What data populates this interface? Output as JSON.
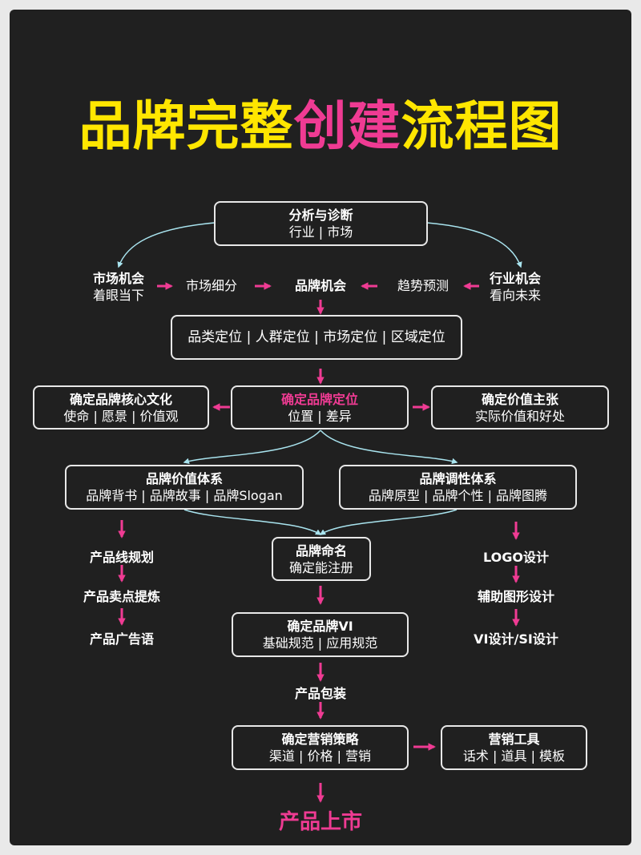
{
  "title": {
    "part1": "品牌完整",
    "part2": "创建",
    "part3": "流程图"
  },
  "colors": {
    "background": "#202020",
    "title_yellow": "#ffe600",
    "accent_pink": "#ef3b93",
    "connector_blue": "#a9e4ef",
    "text": "#ffffff"
  },
  "analysis": {
    "title": "分析与诊断",
    "sub": "行业 | 市场"
  },
  "market_opportunity": {
    "title": "市场机会",
    "sub": "着眼当下"
  },
  "market_segment": "市场细分",
  "brand_opportunity": "品牌机会",
  "trend_forecast": "趋势预测",
  "industry_opportunity": {
    "title": "行业机会",
    "sub": "看向未来"
  },
  "positioning_types": "品类定位 | 人群定位 | 市场定位 | 区域定位",
  "core_culture": {
    "title": "确定品牌核心文化",
    "sub": "使命 | 愿景 | 价值观"
  },
  "brand_positioning": {
    "title": "确定品牌定位",
    "sub": "位置 | 差异"
  },
  "value_proposition": {
    "title": "确定价值主张",
    "sub": "实际价值和好处"
  },
  "value_system": {
    "title": "品牌价值体系",
    "sub": "品牌背书 | 品牌故事 | 品牌Slogan"
  },
  "tone_system": {
    "title": "品牌调性体系",
    "sub": "品牌原型 | 品牌个性 | 品牌图腾"
  },
  "left_chain": [
    "产品线规划",
    "产品卖点提炼",
    "产品广告语"
  ],
  "naming": {
    "title": "品牌命名",
    "sub": "确定能注册"
  },
  "right_chain": [
    "LOGO设计",
    "辅助图形设计",
    "VI设计/SI设计"
  ],
  "vi": {
    "title": "确定品牌VI",
    "sub": "基础规范 | 应用规范"
  },
  "packaging": "产品包装",
  "marketing_strategy": {
    "title": "确定营销策略",
    "sub": "渠道 | 价格 | 营销"
  },
  "marketing_tools": {
    "title": "营销工具",
    "sub": "话术 | 道具 | 模板"
  },
  "launch": "产品上市"
}
